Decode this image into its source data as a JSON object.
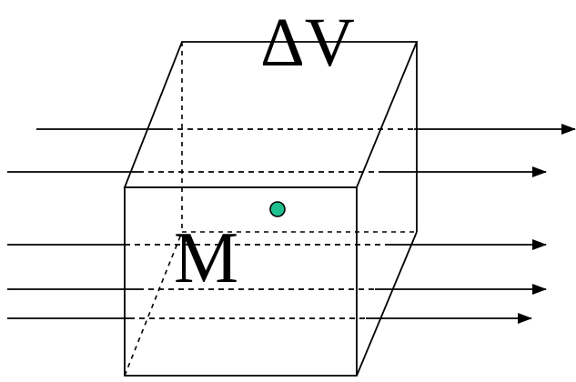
{
  "labels": {
    "volume": "ΔV",
    "point": "M"
  },
  "colors": {
    "stroke": "#000000",
    "point_fill": "#1fbf8f",
    "background": "#ffffff"
  },
  "elements": {
    "field_lines": 5,
    "cube": "parallelepiped-with-hidden-dashed-edges",
    "point_marker": "circle"
  }
}
